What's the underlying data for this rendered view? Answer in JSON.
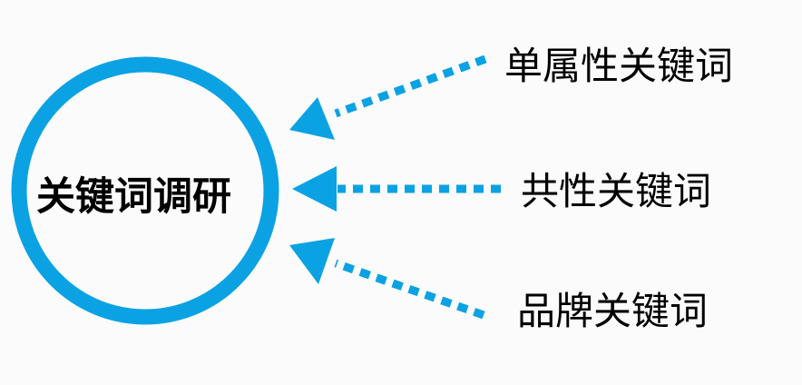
{
  "diagram": {
    "center": {
      "label": "关键词调研"
    },
    "inputs": [
      {
        "label": "单属性关键词"
      },
      {
        "label": "共性关键词"
      },
      {
        "label": "品牌关键词"
      }
    ]
  },
  "colors": {
    "accent": "#0aa2e3",
    "text": "#000000",
    "background": "#fbfbfb"
  }
}
